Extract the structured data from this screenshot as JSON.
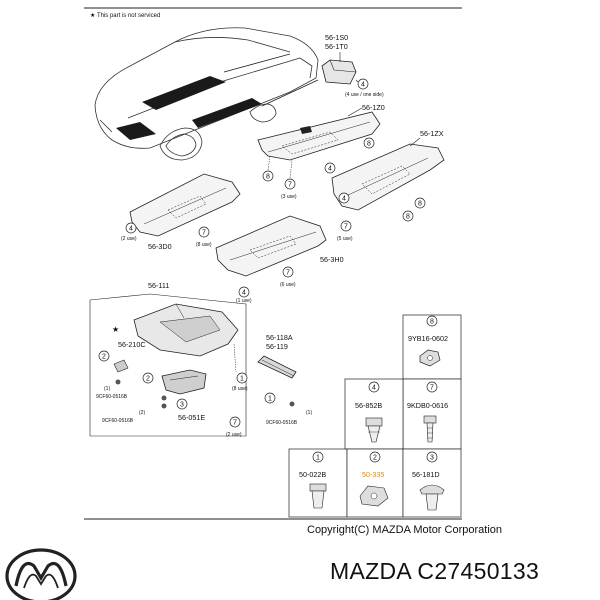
{
  "note": "★ This part is not serviced",
  "copyright": "Copyright(C) MAZDA Motor Corporation",
  "brand_part": "MAZDA C27450133",
  "labels": {
    "p5610": "56-1S0",
    "p5611": "56-1T0",
    "uses_a": "(4 use / one side)",
    "p561z0": "56-1Z0",
    "p561zx": "56-1ZX",
    "p563d0": "56-3D0",
    "p563h0": "56-3H0",
    "p56111": "56-111",
    "p56210c": "56-210C",
    "p56118a": "56-118A",
    "p56119": "56-119",
    "p56051e": "56-051E",
    "fas_a": "9CF60-0516B",
    "fas_b": "9CF60-0516B",
    "fas_c": "9CF60-0516B",
    "use3": "(3 use)",
    "use2a": "(2 use)",
    "use5": "(5 use)",
    "use8": "(8 use)",
    "use1": "(1 use)",
    "use6": "(6 use)",
    "use8b": "(8 use)",
    "use2b": "(2 use)",
    "use1b": "(1)",
    "use2c": "(2)",
    "use1c": "(1)"
  },
  "table": {
    "h8": "8",
    "c8": "9YB16-0602",
    "h4": "4",
    "c4": "56-852B",
    "h7": "7",
    "c7": "9KDB0-0616",
    "h1": "1",
    "c1": "50-022B",
    "h2": "2",
    "c2": "50-335",
    "h3": "3",
    "c3": "56-181D"
  },
  "callouts": {
    "n4a": "4",
    "n8a": "8",
    "n7a": "7",
    "n8b": "8",
    "n4b": "4",
    "n4c": "4",
    "n7b": "7",
    "n4d": "4",
    "n8c": "8",
    "n7c": "7",
    "n4e": "4",
    "n7d": "7",
    "n8d": "8",
    "n2a": "2",
    "n3a": "3",
    "n2b": "2",
    "n1a": "1",
    "n7e": "7",
    "n1b": "1"
  },
  "colors": {
    "line": "#222222",
    "highlight": "#d98a1c"
  }
}
